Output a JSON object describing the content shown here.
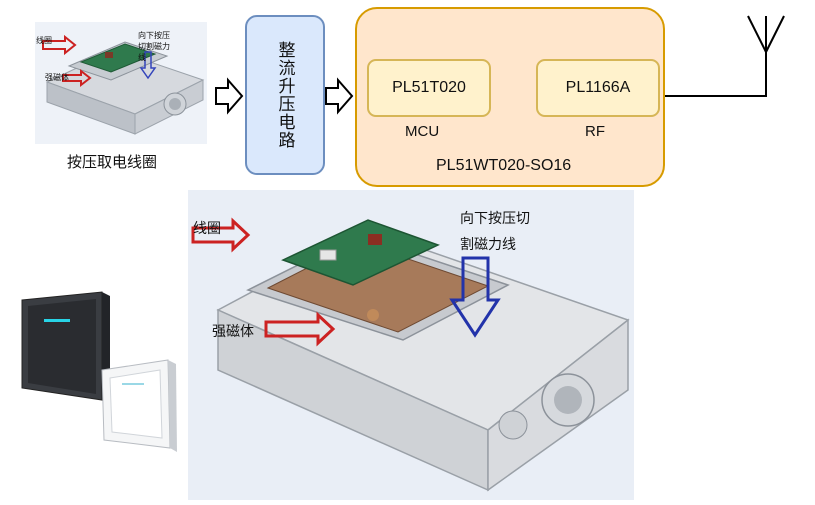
{
  "photo_small": {
    "label_coil": "线圈",
    "label_magnet": "强磁体",
    "label_press": "向下按压切割磁力线",
    "caption": "按压取电线圈"
  },
  "rectifier": {
    "label": "整流升压电路"
  },
  "soc": {
    "name": "PL51WT020-SO16",
    "mcu_chip": "PL51T020",
    "mcu_label": "MCU",
    "rf_chip": "PL1166A",
    "rf_label": "RF"
  },
  "photo_big": {
    "label_coil": "线圈",
    "label_press_line1": "向下按压切",
    "label_press_line2": "割磁力线",
    "label_magnet": "强磁体"
  },
  "colors": {
    "rect_fill": "#dae8fc",
    "rect_border": "#6c8ebf",
    "soc_fill": "#ffe6cc",
    "soc_border": "#d79b00",
    "chip_fill": "#fff2cc",
    "chip_border": "#d6b656",
    "callout_arrow": "#cc2222",
    "press_arrow": "#2233aa"
  }
}
